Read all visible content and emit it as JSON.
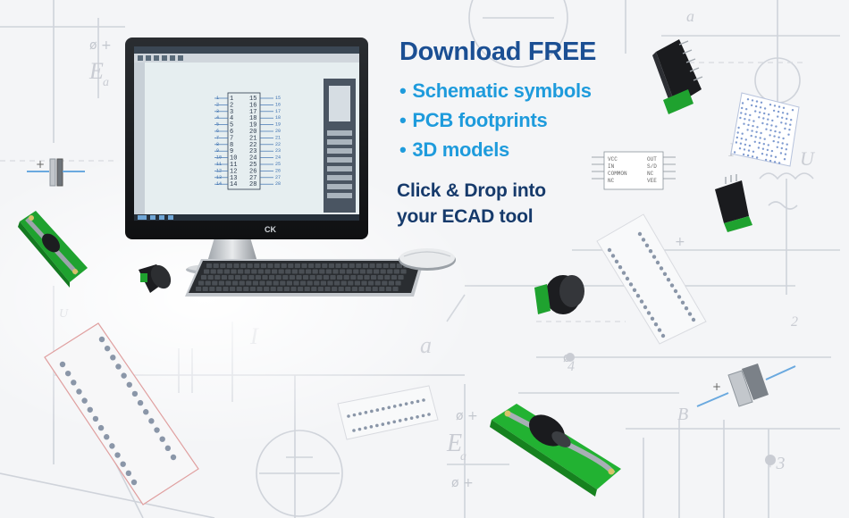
{
  "headline": "Download FREE",
  "bullets": [
    "Schematic symbols",
    "PCB footprints",
    "3D models"
  ],
  "tagline": [
    "Click & Drop into",
    "your ECAD tool"
  ],
  "monitor": {
    "brand_logo": "CK",
    "ic_pins_left": [
      "1",
      "2",
      "3",
      "4",
      "5",
      "6",
      "7",
      "8",
      "9",
      "10",
      "11",
      "12",
      "13",
      "14"
    ],
    "ic_pins_right": [
      "28",
      "27",
      "26",
      "25",
      "24",
      "23",
      "22",
      "21",
      "20",
      "19",
      "18",
      "17",
      "16",
      "15"
    ],
    "outer_pins_left": [
      "1",
      "2",
      "3",
      "4",
      "5",
      "6",
      "7",
      "8",
      "9",
      "10",
      "11",
      "12",
      "13",
      "14",
      "15",
      "16",
      "17",
      "18",
      "19",
      "20",
      "21",
      "22",
      "23",
      "24",
      "25",
      "26",
      "27",
      "28"
    ]
  },
  "chip_labels": [
    "VCC",
    "IN",
    "COMMON",
    "NC",
    "OUT",
    "S/D",
    "NC",
    "VEE"
  ],
  "background_glyphs": [
    "E",
    "a",
    "U",
    "I",
    "a",
    "B",
    "+3",
    "4",
    "2"
  ],
  "colors": {
    "headline": "#1b4f93",
    "bullet": "#1e9bdc",
    "tagline": "#163a6b",
    "pcb_green": "#2bbf3a"
  }
}
